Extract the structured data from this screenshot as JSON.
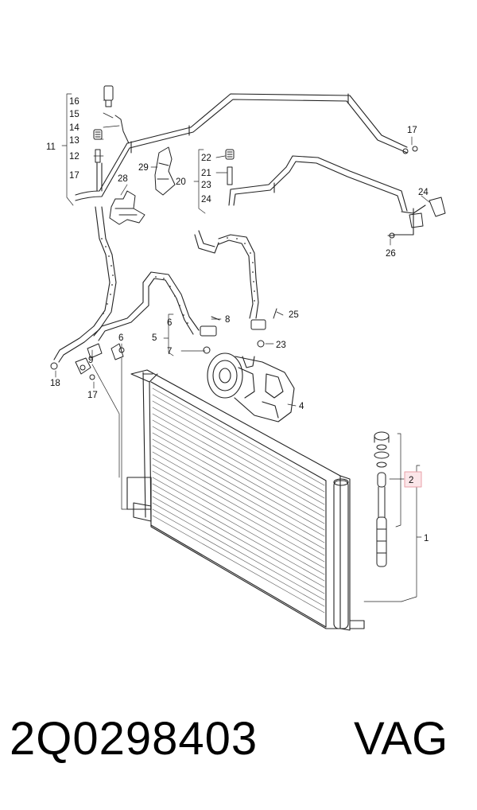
{
  "labels": {
    "n1": "1",
    "n2": "2",
    "n4": "4",
    "n5": "5",
    "n6": "6",
    "n7": "7",
    "n8": "8",
    "n9": "9",
    "n6b": "6",
    "n11": "11",
    "n12": "12",
    "n13": "13",
    "n14": "14",
    "n15": "15",
    "n16": "16",
    "n17a": "17",
    "n17b": "17",
    "n17c": "17",
    "n18": "18",
    "n20": "20",
    "n21": "21",
    "n22": "22",
    "n23a": "23",
    "n23b": "23",
    "n24a": "24",
    "n24b": "24",
    "n25": "25",
    "n26": "26",
    "n28": "28",
    "n29": "29"
  },
  "highlight_color": "#e8a0a8",
  "footer": {
    "part_number": "2Q0298403",
    "brand": "VAG"
  }
}
